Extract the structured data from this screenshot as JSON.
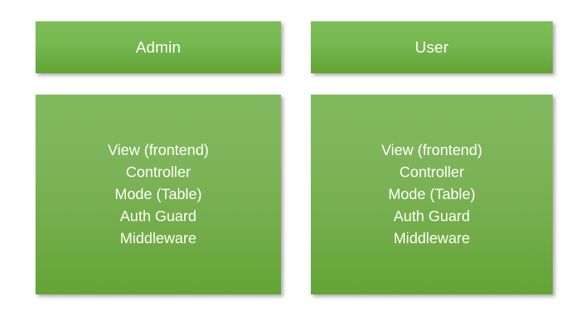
{
  "diagram": {
    "background_color": "#ffffff",
    "accent_color": "#6aad42",
    "text_color": "#ffffff",
    "columns": [
      {
        "id": "admin",
        "header": "Admin",
        "items": [
          "View (frontend)",
          "Controller",
          "Mode (Table)",
          "Auth Guard",
          "Middleware"
        ]
      },
      {
        "id": "user",
        "header": "User",
        "items": [
          "View (frontend)",
          "Controller",
          "Mode (Table)",
          "Auth Guard",
          "Middleware"
        ]
      }
    ]
  }
}
